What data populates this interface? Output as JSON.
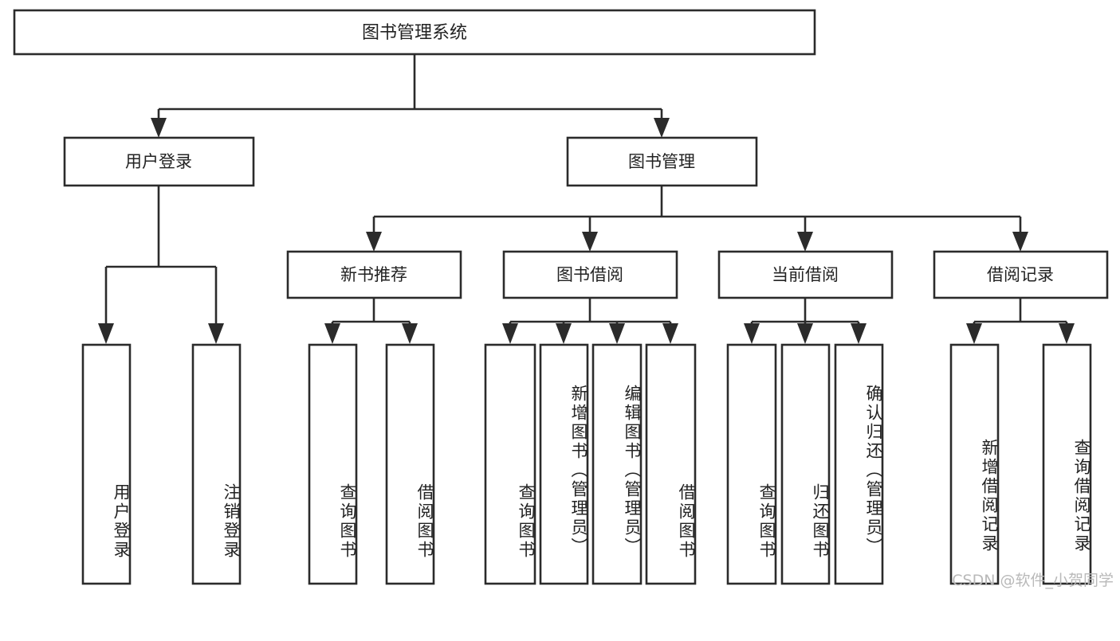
{
  "diagram": {
    "type": "tree",
    "title": "图书管理系统",
    "orientation": "top-down",
    "colors": {
      "background": "#ffffff",
      "box_fill": "#ffffff",
      "box_stroke": "#2b2b2b",
      "text": "#222222",
      "watermark": "#b9b9b9"
    },
    "root": {
      "label": "图书管理系统"
    },
    "level2": [
      {
        "id": "user-login",
        "label": "用户登录"
      },
      {
        "id": "book-management",
        "label": "图书管理"
      }
    ],
    "level3": [
      {
        "id": "new-book-recommend",
        "label": "新书推荐"
      },
      {
        "id": "book-borrow",
        "label": "图书借阅"
      },
      {
        "id": "current-borrow",
        "label": "当前借阅"
      },
      {
        "id": "borrow-record",
        "label": "借阅记录"
      }
    ],
    "leaves": {
      "user_login": [
        {
          "id": "leaf-user-login",
          "label": "用户登录"
        },
        {
          "id": "leaf-logout",
          "label": "注销登录"
        }
      ],
      "new_book_recommend": [
        {
          "id": "leaf-query-book-1",
          "label": "查询图书"
        },
        {
          "id": "leaf-borrow-book-1",
          "label": "借阅图书"
        }
      ],
      "book_borrow": [
        {
          "id": "leaf-query-book-2",
          "label": "查询图书"
        },
        {
          "id": "leaf-add-book",
          "label": "新增图书（管理员）"
        },
        {
          "id": "leaf-edit-book",
          "label": "编辑图书（管理员）"
        },
        {
          "id": "leaf-borrow-book-2",
          "label": "借阅图书"
        }
      ],
      "current_borrow": [
        {
          "id": "leaf-query-book-3",
          "label": "查询图书"
        },
        {
          "id": "leaf-return-book",
          "label": "归还图书"
        },
        {
          "id": "leaf-confirm-return",
          "label": "确认归还（管理员）"
        }
      ],
      "borrow_record": [
        {
          "id": "leaf-add-record",
          "label": "新增借阅记录"
        },
        {
          "id": "leaf-query-record",
          "label": "查询借阅记录"
        }
      ]
    }
  },
  "watermark": {
    "text": "CSDN @软件_小贺同学"
  }
}
